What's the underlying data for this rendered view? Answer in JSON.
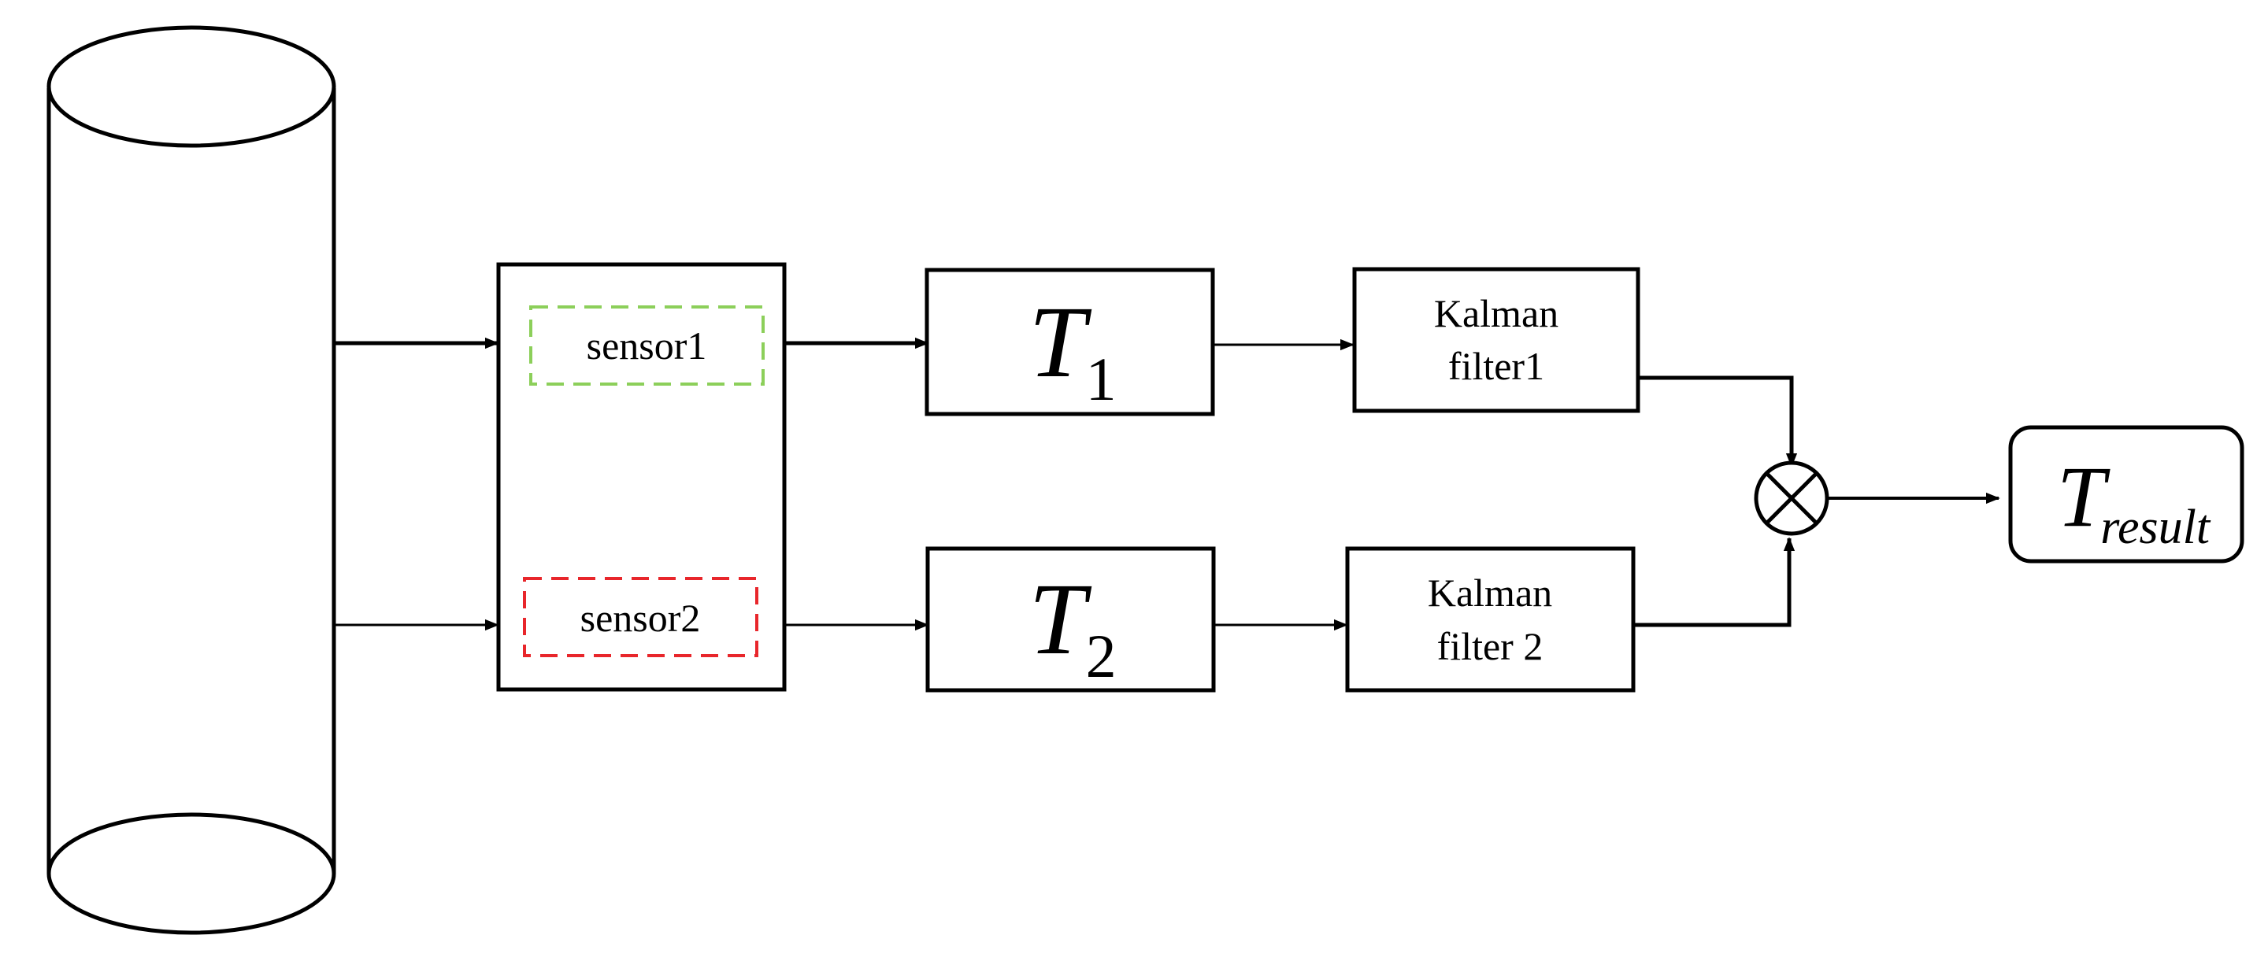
{
  "diagram": {
    "sensors": [
      {
        "label": "sensor1",
        "border_color": "#8ccf5a"
      },
      {
        "label": "sensor2",
        "border_color": "#e8262b"
      }
    ],
    "temps": [
      {
        "symbol": "T",
        "subscript": "1"
      },
      {
        "symbol": "T",
        "subscript": "2"
      }
    ],
    "filters": [
      {
        "line1": "Kalman",
        "line2": "filter1"
      },
      {
        "line1": "Kalman",
        "line2": "filter 2"
      }
    ],
    "result": {
      "symbol": "T",
      "subscript": "result"
    },
    "combiner_icon": "circled-times-icon",
    "colors": {
      "stroke": "#000000",
      "background": "#ffffff"
    }
  }
}
